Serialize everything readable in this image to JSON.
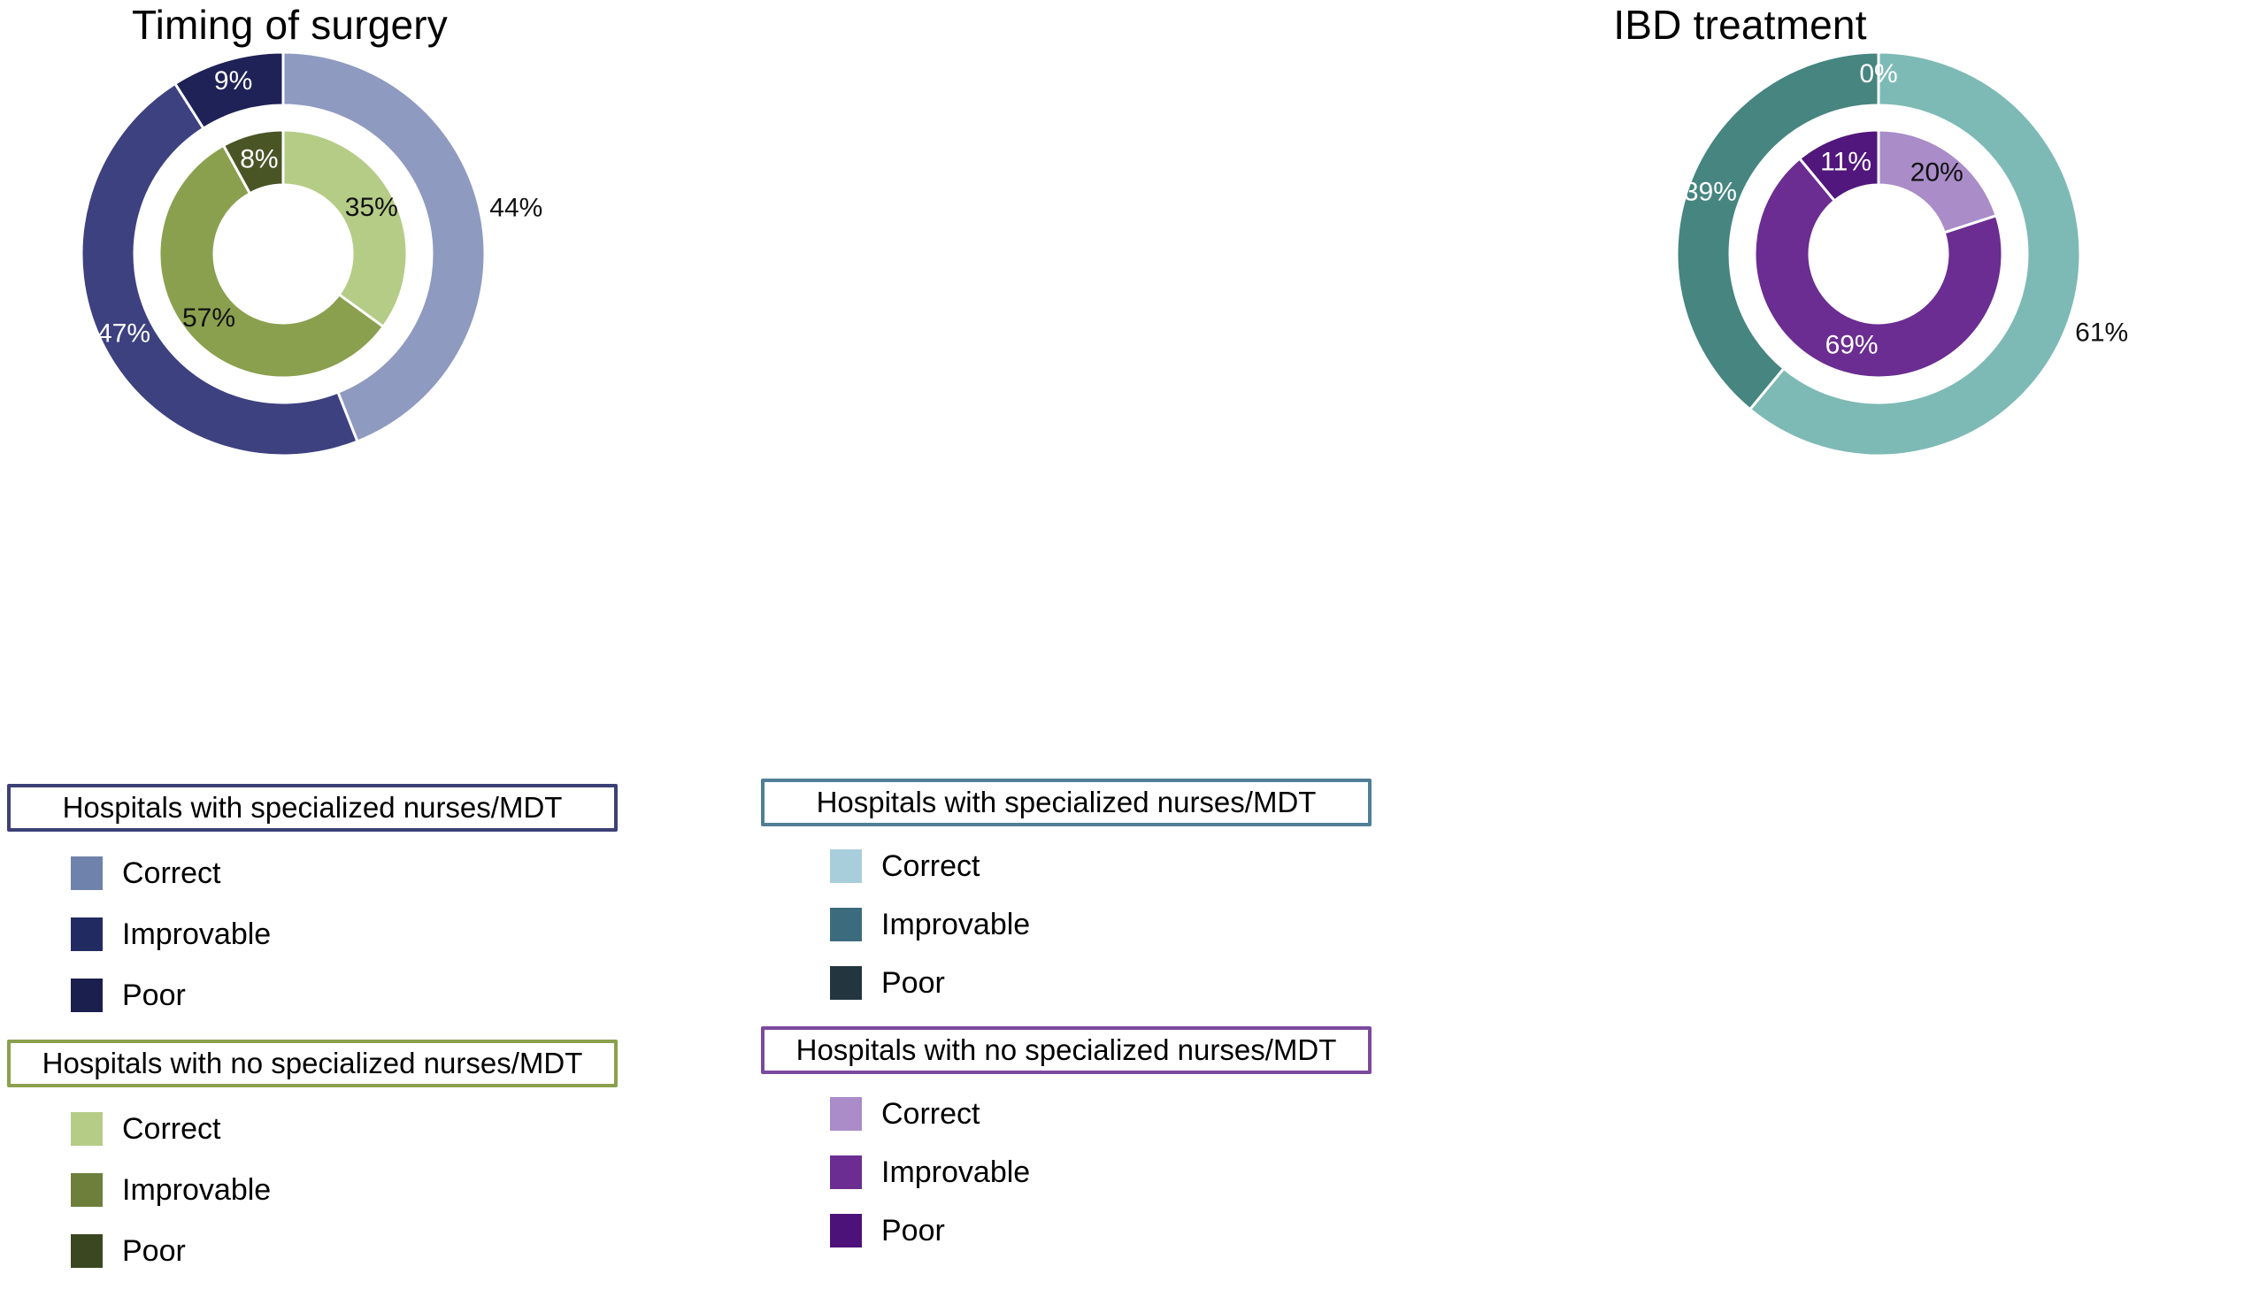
{
  "chart_data": [
    {
      "type": "pie",
      "title": "Timing of surgery",
      "rings": [
        {
          "name": "Hospitals with specialized nurses/MDT",
          "position": "outer",
          "categories": [
            "Correct",
            "Improvable",
            "Poor"
          ],
          "values": [
            44,
            47,
            9
          ],
          "labels": [
            "44%",
            "47%",
            "9%"
          ],
          "colors": [
            "#8e9ac0",
            "#3d4180",
            "#1f2257"
          ],
          "label_colors": [
            "#111111",
            "#ffffff",
            "#ffffff"
          ]
        },
        {
          "name": "Hospitals with no specialized nurses/MDT",
          "position": "inner",
          "categories": [
            "Correct",
            "Improvable",
            "Poor"
          ],
          "values": [
            35,
            57,
            8
          ],
          "labels": [
            "35%",
            "57%",
            "8%"
          ],
          "colors": [
            "#b5cc87",
            "#8ba04e",
            "#4a5526"
          ],
          "label_colors": [
            "#111111",
            "#111111",
            "#ffffff"
          ]
        }
      ]
    },
    {
      "type": "pie",
      "title": "IBD treatment",
      "rings": [
        {
          "name": "Hospitals with specialized nurses/MDT",
          "position": "outer",
          "categories": [
            "Correct",
            "Improvable",
            "Poor"
          ],
          "values": [
            61,
            39,
            0
          ],
          "labels": [
            "61%",
            "39%",
            "0%"
          ],
          "colors": [
            "#7ebab5",
            "#468580",
            "#2c4a52"
          ],
          "label_colors": [
            "#111111",
            "#ffffff",
            "#ffffff"
          ]
        },
        {
          "name": "Hospitals with no specialized nurses/MDT",
          "position": "inner",
          "categories": [
            "Correct",
            "Improvable",
            "Poor"
          ],
          "values": [
            20,
            69,
            11
          ],
          "labels": [
            "20%",
            "69%",
            "11%"
          ],
          "colors": [
            "#a98cc8",
            "#6b2d91",
            "#51177d"
          ],
          "label_colors": [
            "#111111",
            "#ffffff",
            "#ffffff"
          ]
        }
      ]
    }
  ],
  "left_panel": {
    "title": "Timing of surgery",
    "donut": {
      "outer": {
        "segments": [
          {
            "label": "44%",
            "value": 44,
            "color": "#8e9ac0",
            "text_color": "#111111"
          },
          {
            "label": "47%",
            "value": 47,
            "color": "#3d4180",
            "text_color": "#ffffff"
          },
          {
            "label": "9%",
            "value": 9,
            "color": "#1f2257",
            "text_color": "#ffffff"
          }
        ]
      },
      "inner": {
        "segments": [
          {
            "label": "35%",
            "value": 35,
            "color": "#b5cc87",
            "text_color": "#111111"
          },
          {
            "label": "57%",
            "value": 57,
            "color": "#8ba04e",
            "text_color": "#111111"
          },
          {
            "label": "8%",
            "value": 8,
            "color": "#4a5526",
            "text_color": "#ffffff"
          }
        ]
      }
    },
    "legend_specialized": {
      "title": "Hospitals with specialized nurses/MDT",
      "border_color": "#3b4176",
      "items": [
        {
          "label": "Correct",
          "color": "#6f82ab"
        },
        {
          "label": "Improvable",
          "color": "#222a62"
        },
        {
          "label": "Poor",
          "color": "#1b1f4d"
        }
      ]
    },
    "legend_non_specialized": {
      "title": "Hospitals with no specialized nurses/MDT",
      "border_color": "#8ba04e",
      "items": [
        {
          "label": "Correct",
          "color": "#b5cc87"
        },
        {
          "label": "Improvable",
          "color": "#6d7f3a"
        },
        {
          "label": "Poor",
          "color": "#3b4720"
        }
      ]
    }
  },
  "right_panel": {
    "title": "IBD treatment",
    "donut": {
      "outer": {
        "segments": [
          {
            "label": "61%",
            "value": 61,
            "color": "#7ebab5",
            "text_color": "#111111"
          },
          {
            "label": "39%",
            "value": 39,
            "color": "#468580",
            "text_color": "#ffffff"
          },
          {
            "label": "0%",
            "value": 0,
            "color": "#2c4a52",
            "text_color": "#ffffff"
          }
        ]
      },
      "inner": {
        "segments": [
          {
            "label": "20%",
            "value": 20,
            "color": "#a98cc8",
            "text_color": "#111111"
          },
          {
            "label": "69%",
            "value": 69,
            "color": "#6b2d91",
            "text_color": "#ffffff"
          },
          {
            "label": "11%",
            "value": 11,
            "color": "#51177d",
            "text_color": "#ffffff"
          }
        ]
      }
    },
    "legend_specialized": {
      "title": "Hospitals with specialized nurses/MDT",
      "border_color": "#4f7f96",
      "items": [
        {
          "label": "Correct",
          "color": "#a8cedb"
        },
        {
          "label": "Improvable",
          "color": "#3c6b7e"
        },
        {
          "label": "Poor",
          "color": "#23353f"
        }
      ]
    },
    "legend_non_specialized": {
      "title": "Hospitals with no specialized nurses/MDT",
      "border_color": "#7b4a9e",
      "items": [
        {
          "label": "Correct",
          "color": "#a98cc8"
        },
        {
          "label": "Improvable",
          "color": "#6b2d91"
        },
        {
          "label": "Poor",
          "color": "#4d1279"
        }
      ]
    }
  }
}
